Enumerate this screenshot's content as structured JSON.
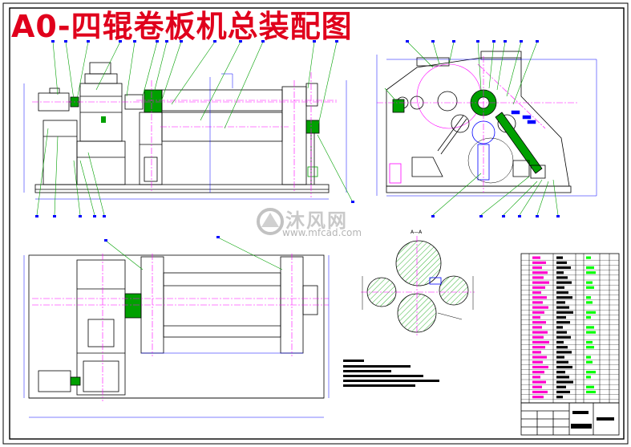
{
  "drawing": {
    "title": "A0-四辊卷板机总装配图",
    "section_label": "A—A"
  },
  "watermark": {
    "brand_text": "沐风网",
    "url_text": "www.mfcad.com"
  },
  "colors": {
    "title": "#e0001c",
    "outline": "#000000",
    "leader": "#00a000",
    "dimension": "#0000ff",
    "centerline": "#ff00ff",
    "hatch": "#00a000",
    "table_pink": "#ff00cc",
    "table_green": "#00ff00"
  }
}
